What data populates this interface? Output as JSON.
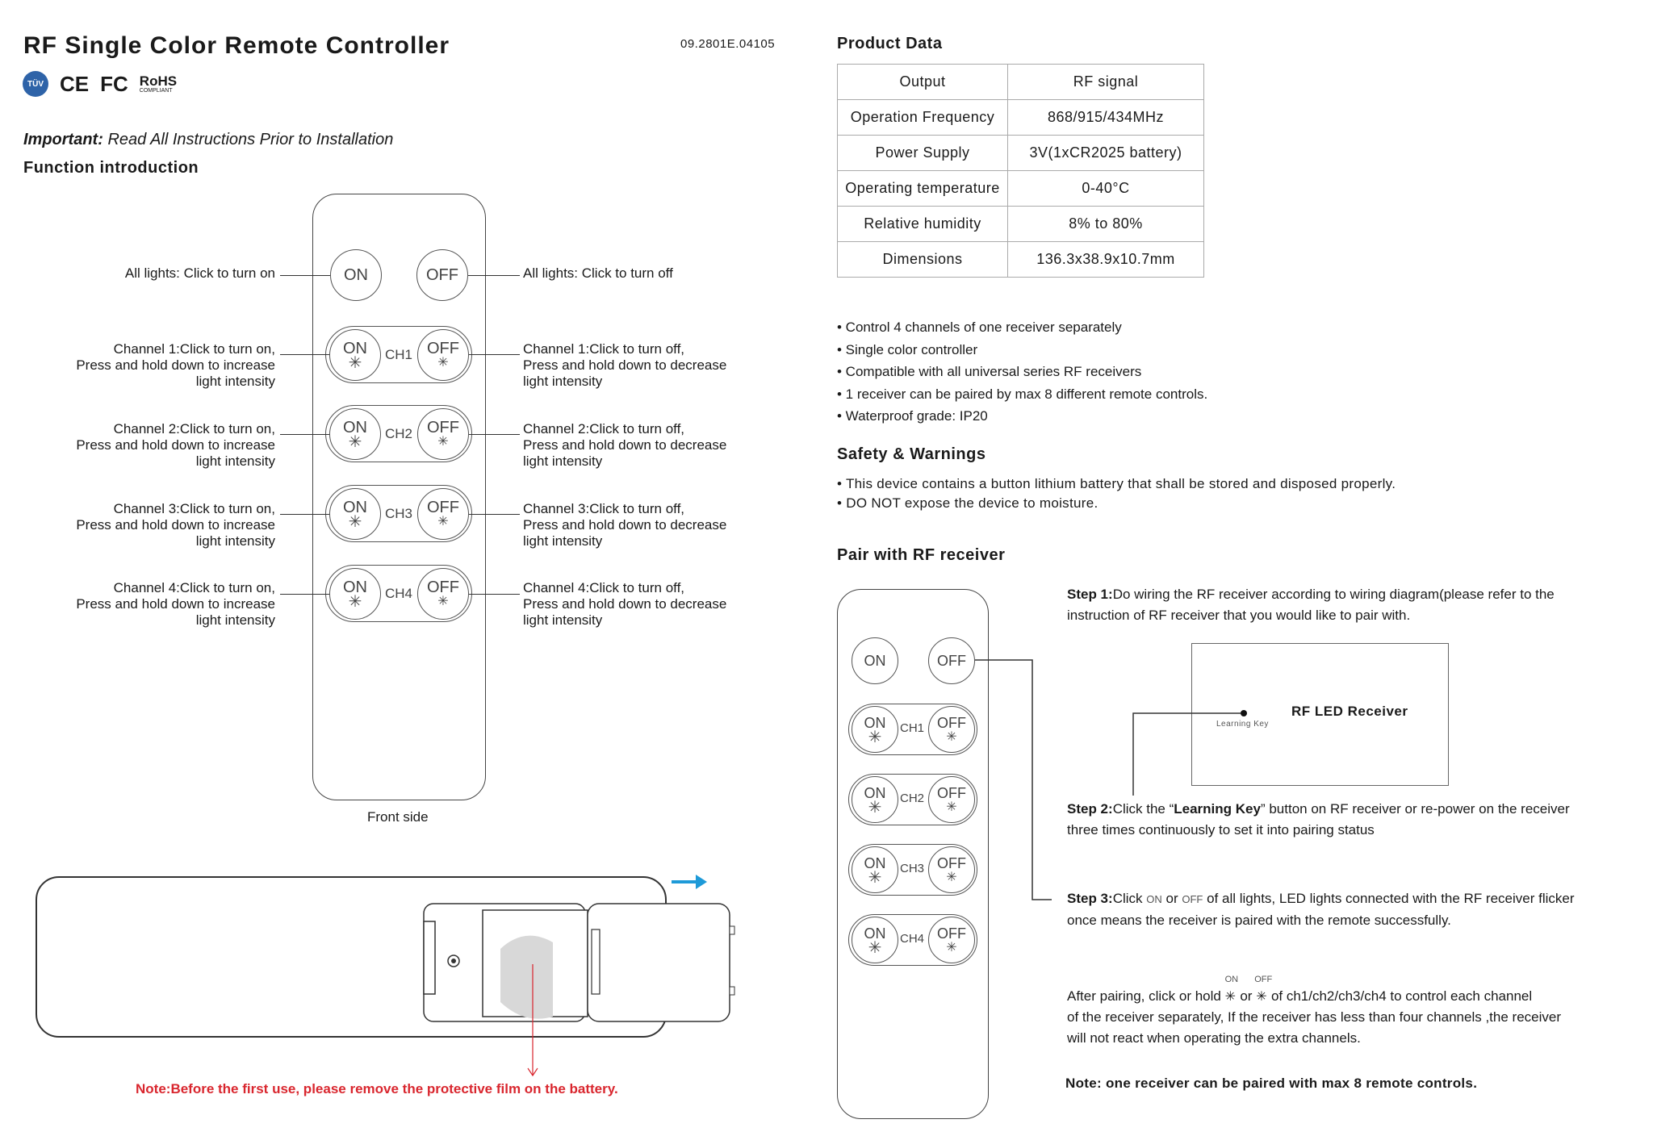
{
  "header": {
    "title": "RF Single Color Remote Controller",
    "code": "09.2801E.04105",
    "certs": [
      "TÜV",
      "CE",
      "FC",
      "RoHS",
      "COMPLIANT"
    ]
  },
  "intro": {
    "important_label": "Important:",
    "important_text": "Read All Instructions Prior to Installation",
    "function_title": "Function introduction"
  },
  "remote_labels": {
    "on": "ON",
    "off": "OFF",
    "star": "✳",
    "channels": [
      "CH1",
      "CH2",
      "CH3",
      "CH4"
    ],
    "front_side": "Front side"
  },
  "function_labels": {
    "all_on": "All lights: Click to turn on",
    "all_off": "All lights: Click to turn off",
    "left": [
      [
        "Channel 1:Click to turn on,",
        "Press and hold down to increase",
        "light intensity"
      ],
      [
        "Channel 2:Click to turn on,",
        "Press and hold down to increase",
        "light intensity"
      ],
      [
        "Channel 3:Click to turn on,",
        "Press and hold down to increase",
        "light intensity"
      ],
      [
        "Channel 4:Click to turn on,",
        "Press and hold down to increase",
        "light intensity"
      ]
    ],
    "right": [
      [
        "Channel 1:Click to turn off,",
        "Press and hold down to decrease",
        "light intensity"
      ],
      [
        "Channel 2:Click to turn off,",
        "Press and hold down to decrease",
        "light intensity"
      ],
      [
        "Channel 3:Click to turn off,",
        "Press and hold down to decrease",
        "light intensity"
      ],
      [
        "Channel 4:Click to turn off,",
        "Press and hold down to decrease",
        "light intensity"
      ]
    ]
  },
  "battery_note": "Note:Before the first use, please remove the protective film on the battery.",
  "product_data": {
    "title": "Product Data",
    "rows": [
      [
        "Output",
        "RF signal"
      ],
      [
        "Operation Frequency",
        "868/915/434MHz"
      ],
      [
        "Power Supply",
        "3V(1xCR2025 battery)"
      ],
      [
        "Operating temperature",
        "0-40°C"
      ],
      [
        "Relative humidity",
        "8% to 80%"
      ],
      [
        "Dimensions",
        "136.3x38.9x10.7mm"
      ]
    ]
  },
  "features": [
    "• Control 4 channels of one receiver separately",
    "• Single color controller",
    "• Compatible with all universal series RF receivers",
    "• 1 receiver can be paired by max 8 different remote controls.",
    "• Waterproof grade: IP20"
  ],
  "safety": {
    "title": "Safety & Warnings",
    "items": [
      "• This device contains a button lithium battery that shall be stored and disposed properly.",
      "• DO NOT expose the device to moisture."
    ]
  },
  "pair": {
    "title": "Pair with RF receiver",
    "step1_label": "Step 1:",
    "step1_text": "Do wiring the RF receiver according to wiring diagram(please refer to the instruction of RF receiver that you would like to pair with.",
    "receiver_label": "RF LED Receiver",
    "learning_key": "Learning Key",
    "step2_label": "Step 2:",
    "step2_pre": "Click the “",
    "step2_bold": "Learning Key",
    "step2_post": "” button on RF receiver or re-power on the receiver three times continuously to set it into pairing status",
    "step3_label": "Step 3:",
    "step3_a": "Click",
    "step3_on": "ON",
    "step3_or": "or",
    "step3_off": "OFF",
    "step3_b": "of all lights, LED lights connected with the RF receiver flicker once means the receiver is paired with the remote successfully.",
    "after_a": "After pairing,  click or hold",
    "after_on": "ON",
    "after_or": "or",
    "after_off": "OFF",
    "after_b": "of ch1/ch2/ch3/ch4 to control each channel",
    "after_c": "of the receiver separately, If the receiver has less than four channels ,the receiver",
    "after_d": "will not react when operating the extra channels.",
    "note": "Note: one receiver can be paired with max 8 remote controls."
  },
  "colors": {
    "red_note": "#d9262e",
    "arrow_blue": "#1e9ad8",
    "battery_grey": "#d8d8d8"
  }
}
